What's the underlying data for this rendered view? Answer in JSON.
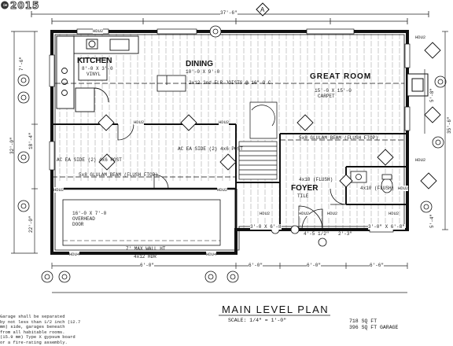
{
  "watermark": "©2015",
  "title": "MAIN LEVEL PLAN",
  "scale": "SCALE: 1/4\" = 1'-0\"",
  "area_house": "718 SQ FT",
  "area_garage": "396 SQ FT GARAGE",
  "overall_dim": "37'-6\"",
  "rooms": {
    "kitchen": "KITCHEN",
    "kitchen_info": "8'-0 X 3'-0",
    "kitchen_floor": "VINYL",
    "dining": "DINING",
    "dining_info": "10'-0 X 9'-0",
    "great_room": "GREAT ROOM",
    "great_room_info": "15'-0 X 15'-0",
    "great_room_floor": "CARPET",
    "foyer": "FOYER",
    "foyer_floor": "TILE",
    "garage_door": "16'-0 X 7'-0",
    "garage_door_2": "OVERHEAD",
    "garage_door_3": "DOOR"
  },
  "beams": {
    "beam1": "5x8 GLULAM BEAM (FLUSH FTOP)",
    "beam2": "5x8 GLULAM BEAM (FLUSH FTOP)",
    "joists": "2x12 2nd FLR JOISTS @ 16\" O.C.",
    "hdr1": "AC EA SIDE (2) 4x6 POST",
    "hdr2": "AC EA SIDE (2) 4x6 POST",
    "wall": "7' MAX WALL HT",
    "hdr_main": "4x12 HDR",
    "flush": "4x10 (FLUSH)",
    "flush2": "4x10 (FLUSH)"
  },
  "headers": [
    "HDU2",
    "HDU2",
    "HDU2",
    "HDU2",
    "HDU2",
    "HDU2",
    "HDU2",
    "HDU4",
    "HDU4",
    "HDU2",
    "HDU2",
    "HDU2",
    "HDU2",
    "HDU2"
  ],
  "dims_bottom": [
    "6'-0\"",
    "6'-0\"",
    "6'-0\"",
    "6'-6\""
  ],
  "dims_bottom2": [
    "3'-0 X 6'-8",
    "4'-5 1/2\"",
    "2'-3\"",
    "3'-0\" X 6'-8\""
  ],
  "dims_left": [
    "7'-6\"",
    "18'-4\"",
    "32'-0\"",
    "22'-0\""
  ],
  "dims_right": [
    "5'-8\"",
    "35'-6\"",
    "5'-4\""
  ],
  "notes": [
    "Garage shall be separated",
    "by not less than 1/2 inch (12.7",
    "mm) side, garages beneath",
    "from all habitable rooms.",
    "(15.9 mm) Type X gypsum board",
    "or a fire-rating assembly."
  ],
  "colors": {
    "ink": "#111111",
    "paper": "#ffffff",
    "hatch": "#9a9a9a"
  }
}
